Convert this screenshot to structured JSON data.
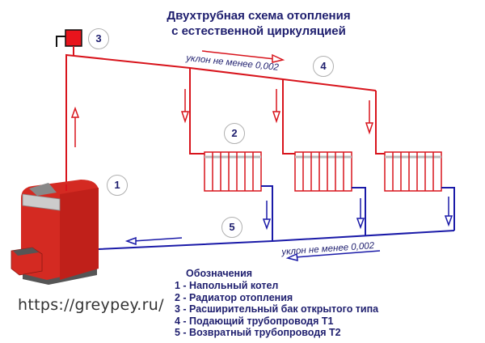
{
  "title": {
    "line1": "Двухтрубная схема отопления",
    "line2": "с естественной циркуляцией"
  },
  "callouts": [
    {
      "id": "1",
      "label": "1"
    },
    {
      "id": "2",
      "label": "2"
    },
    {
      "id": "3",
      "label": "3"
    },
    {
      "id": "4",
      "label": "4"
    },
    {
      "id": "5",
      "label": "5"
    }
  ],
  "slope_labels": {
    "supply": "уклон не менее 0,002",
    "return": "уклон не менее 0,002"
  },
  "legend": {
    "heading": "Обозначения",
    "items": [
      {
        "num": "1",
        "text": "1 - Напольный котел"
      },
      {
        "num": "2",
        "text": "2 - Радиатор отопления"
      },
      {
        "num": "3",
        "text": "3 - Расширительный бак открытого типа"
      },
      {
        "num": "4",
        "text": "4 - Подающий трубопроводя Т1"
      },
      {
        "num": "5",
        "text": "5 - Возвратный трубопроводя Т2"
      }
    ]
  },
  "watermark": "https://greypey.ru/",
  "colors": {
    "supply_pipe": "#d8141c",
    "return_pipe": "#1a1aa8",
    "text": "#1e1e6e",
    "boiler": "#d42a22",
    "tank": "#e8141c"
  },
  "radiators": [
    {
      "index": 1,
      "sections": 7
    },
    {
      "index": 2,
      "sections": 7
    },
    {
      "index": 3,
      "sections": 7
    }
  ]
}
